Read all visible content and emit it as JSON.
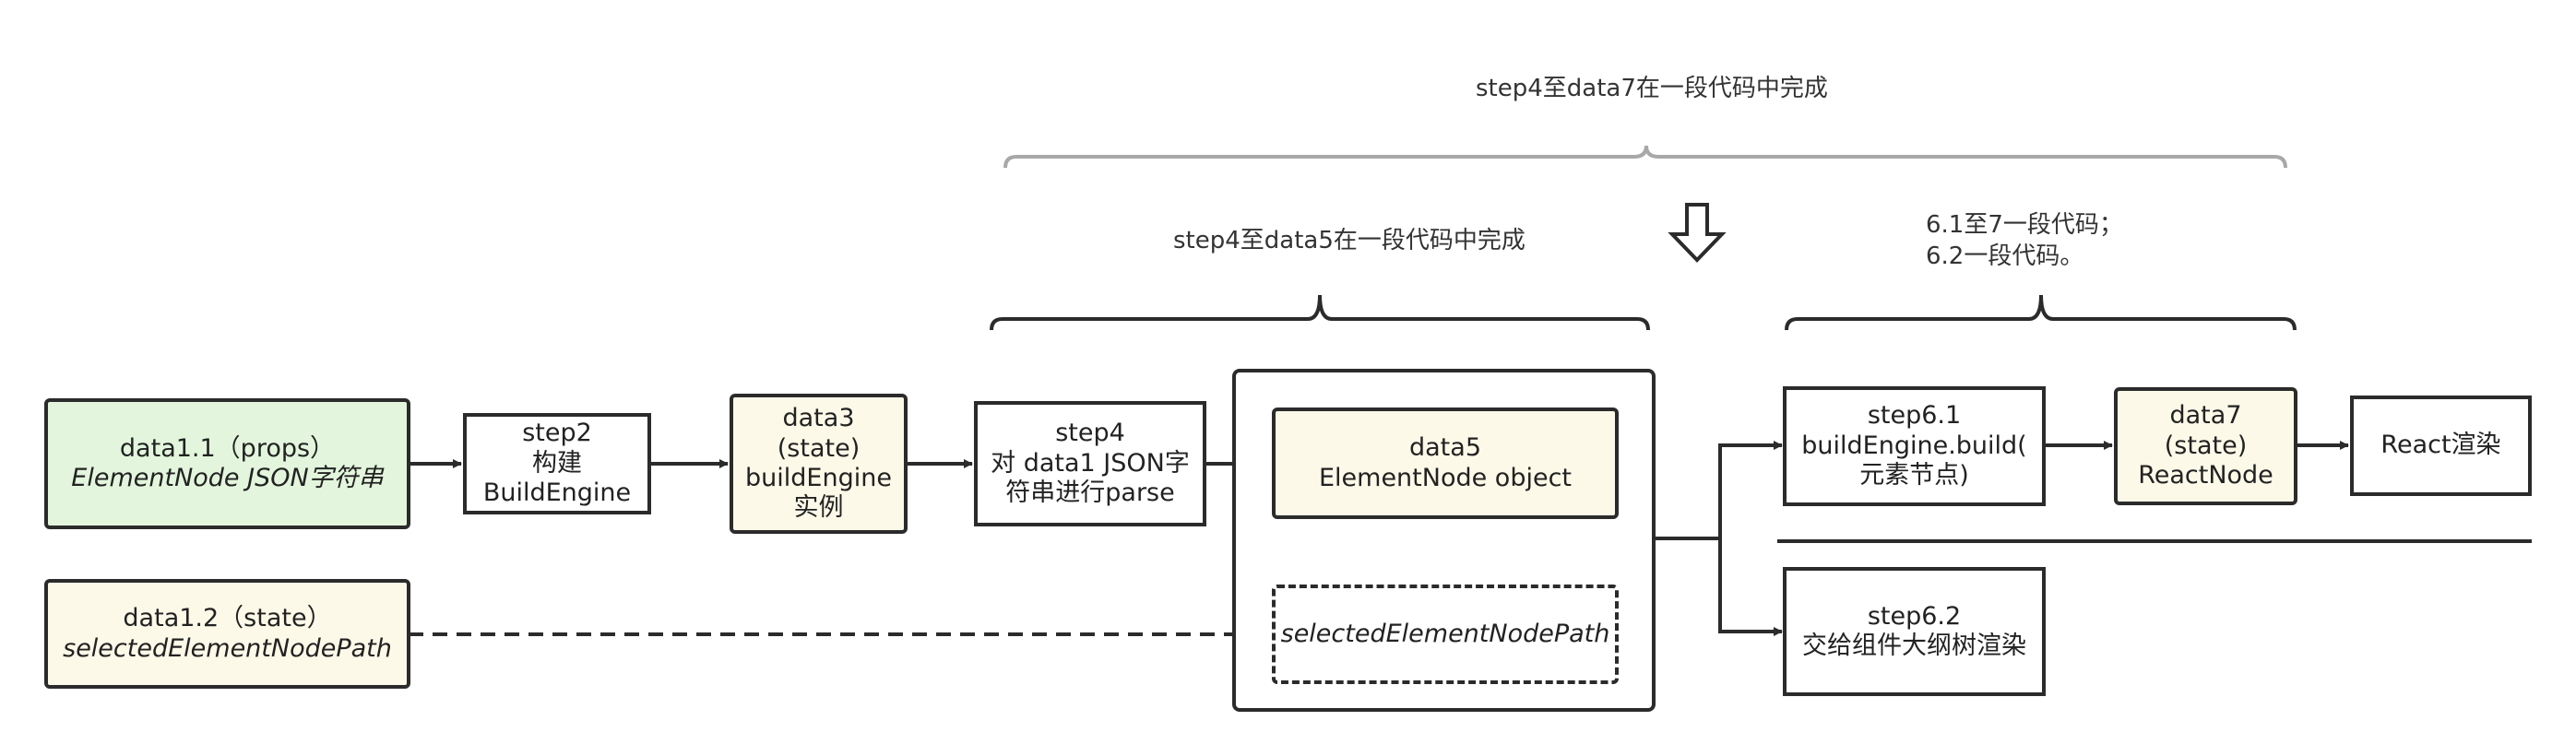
{
  "top_label": "step4至data7在一段代码中完成",
  "mid_label": "step4至data5在一段代码中完成",
  "right_label": [
    "6.1至7一段代码；",
    "6.2一段代码。"
  ],
  "data1_1": {
    "line1": "data1.1（props）",
    "line2": "ElementNode JSON字符串"
  },
  "data1_2": {
    "line1": "data1.2（state）",
    "line2": "selectedElementNodePath"
  },
  "step2": {
    "line1": "step2",
    "line2": "构建",
    "line3": "BuildEngine"
  },
  "data3": {
    "line1": "data3",
    "line2": "(state)",
    "line3": "buildEngine",
    "line4": "实例"
  },
  "step4": {
    "line1": "step4",
    "line2": "对 data1 JSON字",
    "line3": "符串进行parse"
  },
  "data5": {
    "line1": "data5",
    "line2": "ElementNode object"
  },
  "selected": {
    "line1": "selectedElementNodePath"
  },
  "step6_1": {
    "line1": "step6.1",
    "line2": "buildEngine.build(",
    "line3": "元素节点)"
  },
  "data7": {
    "line1": "data7",
    "line2": "(state)",
    "line3": "ReactNode"
  },
  "react": {
    "line1": "React渲染"
  },
  "step6_2": {
    "line1": "step6.2",
    "line2": "交给组件大纲树渲染"
  }
}
